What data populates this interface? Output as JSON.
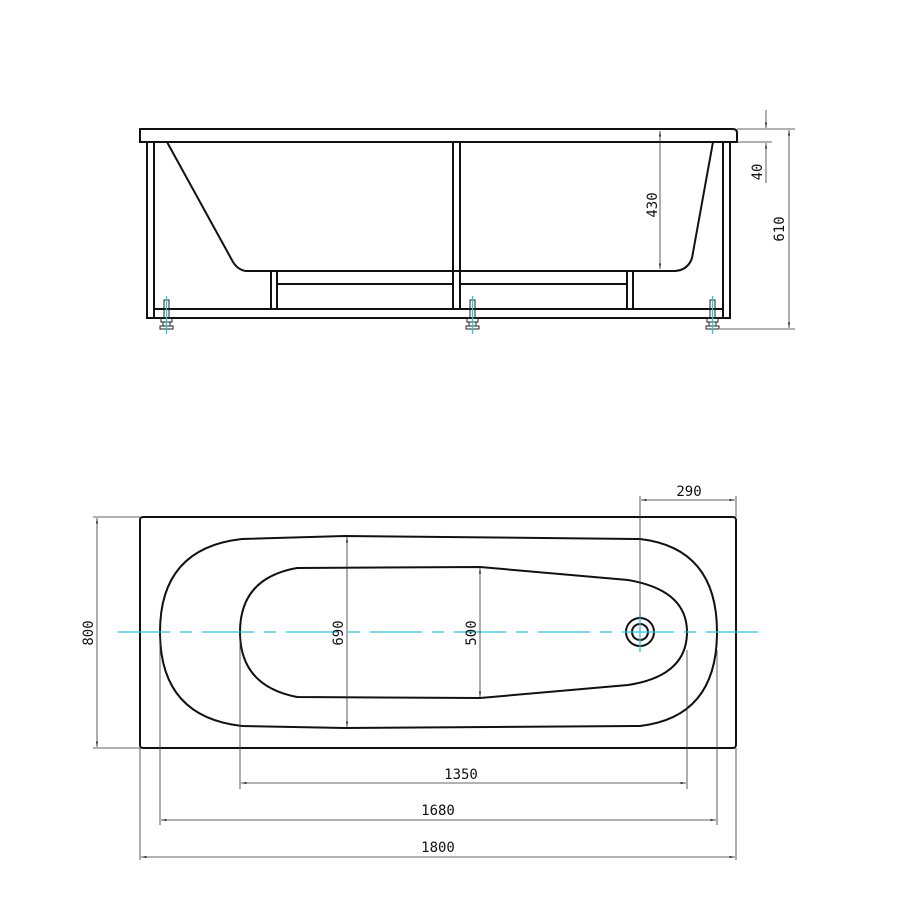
{
  "drawing": {
    "subject": "Rectangular bathtub with frame and adjustable feet",
    "colors": {
      "outline": "#111111",
      "dimension": "#333333",
      "centerline": "#2ec4d6",
      "background": "#ffffff"
    },
    "side_view": {
      "dimensions": {
        "rim_thickness": "40",
        "inner_depth": "430",
        "overall_height": "610"
      },
      "feet_count": 3
    },
    "top_view": {
      "dimensions": {
        "overall_width": "800",
        "outer_bowl_width": "690",
        "inner_bottom_width": "500",
        "drain_offset": "290",
        "inner_bottom_length": "1350",
        "outer_bowl_length": "1680",
        "overall_length": "1800"
      },
      "drain": "drain-hole"
    }
  }
}
